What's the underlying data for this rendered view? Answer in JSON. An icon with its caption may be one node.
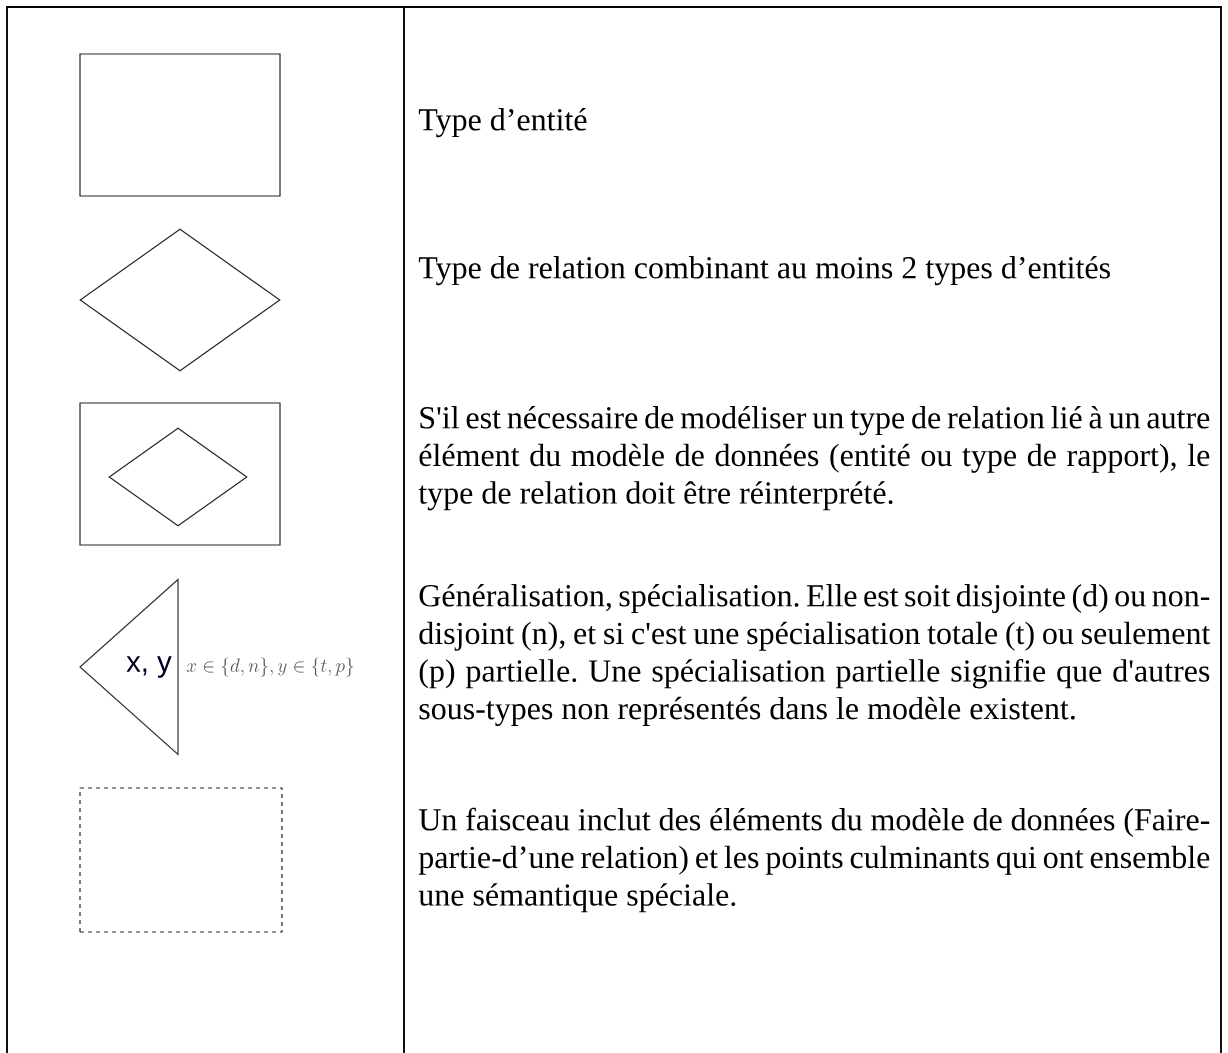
{
  "diagram": {
    "nodes": [
      {
        "text": [],
        "shape": "box"
      },
      {
        "text": [],
        "shape": "diamond"
      },
      {
        "text": [],
        "shape": "box"
      },
      {
        "text": [],
        "shape": "diamond",
        "in": 2
      },
      {
        "text": [
          "x, y"
        ],
        "beside": [
          "x\\in\\{d,n\\},y\\in\\{t,p\\}"
        ]
      },
      {
        "text": [],
        "shape": "box"
      }
    ],
    "labels": [
      "Type d’entité",
      "Type de relation combinant au moins 2 types d’entités",
      "S'il est nécessaire de modéliser un type de relation lié à un autre élément du modèle de données (entité ou type de rapport), le type de relation doit être réinterprété.",
      "Généralisation, spécialisation. Elle est soit disjointe (d) ou non-disjoint (n), et si c'est une spécialisation totale (t) ou seulement (p) partielle. Une spécialisation partielle signifie que d'autres sous-types non représentés dans le modèle existent.",
      "Un faisceau inclut des éléments du modèle de données (Faire-partie-d’une relation) et les points culminants qui ont ensemble une sémantique spéciale."
    ]
  }
}
